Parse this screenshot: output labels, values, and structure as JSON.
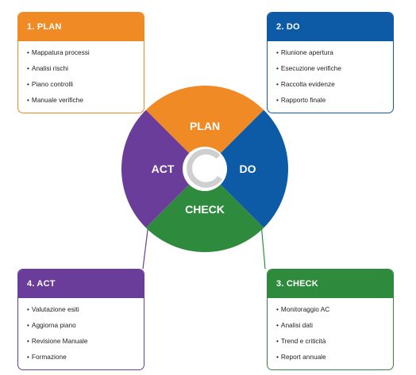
{
  "colors": {
    "plan": "#f08a24",
    "do": "#0d5aa7",
    "check": "#2e8b3e",
    "act": "#6a3d9a",
    "center_ring": "#cfcfcf"
  },
  "wheel": {
    "plan_label": "PLAN",
    "do_label": "DO",
    "check_label": "CHECK",
    "act_label": "ACT",
    "center_icon": "circular-arrow-icon"
  },
  "cards": {
    "plan": {
      "title": "1. PLAN",
      "items": [
        "Mappatura processi",
        "Analisi rischi",
        "Piano controlli",
        "Manuale verifiche"
      ]
    },
    "do": {
      "title": "2. DO",
      "items": [
        "Riunione apertura",
        "Esecuzione verifiche",
        "Raccolta evidenze",
        "Rapporto finale"
      ]
    },
    "check": {
      "title": "3. CHECK",
      "items": [
        "Monitoraggio AC",
        "Analisi dati",
        "Trend e criticità",
        "Report annuale"
      ]
    },
    "act": {
      "title": "4. ACT",
      "items": [
        "Valutazione esiti",
        "Aggiorna piano",
        "Revisione Manuale",
        "Formazione"
      ]
    }
  }
}
